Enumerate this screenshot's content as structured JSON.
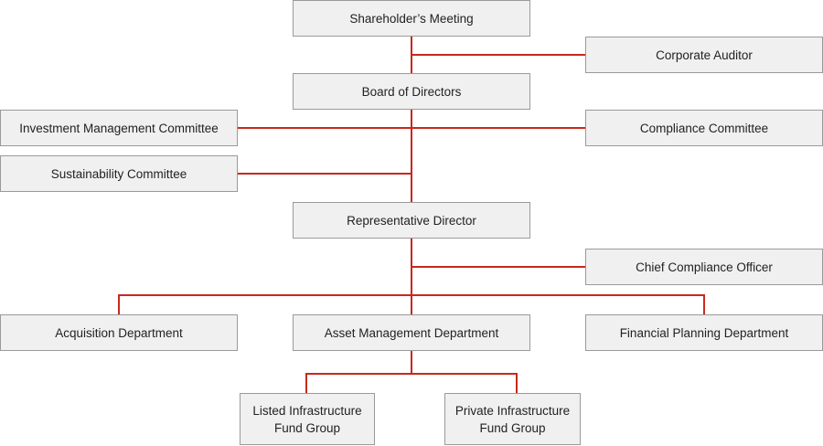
{
  "colors": {
    "connector": "#c8281e",
    "box_fill": "#f0f0f0",
    "box_border": "#9a9a9a",
    "text": "#222222"
  },
  "nodes": {
    "shareholders_meeting": "Shareholder’s Meeting",
    "corporate_auditor": "Corporate Auditor",
    "board_of_directors": "Board of Directors",
    "investment_management_committee": "Investment Management Committee",
    "compliance_committee": "Compliance Committee",
    "sustainability_committee": "Sustainability Committee",
    "representative_director": "Representative Director",
    "chief_compliance_officer": "Chief Compliance Officer",
    "acquisition_department": "Acquisition Department",
    "asset_management_department": "Asset Management Department",
    "financial_planning_department": "Financial Planning Department",
    "listed_infrastructure_fund_group": "Listed Infrastructure\nFund Group",
    "private_infrastructure_fund_group": "Private Infrastructure\nFund Group"
  }
}
